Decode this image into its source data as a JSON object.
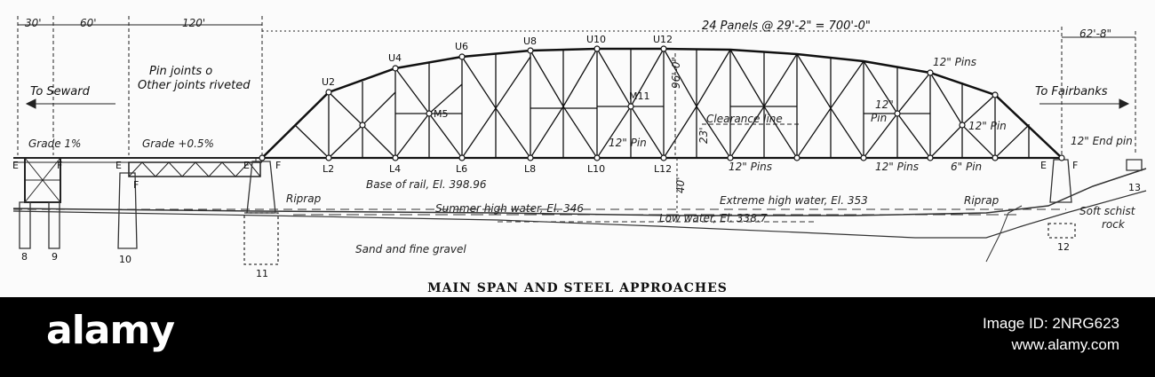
{
  "diagram": {
    "caption": "MAIN SPAN AND STEEL APPROACHES",
    "top_dimensions": [
      "30'",
      "60'",
      "120'",
      "24 Panels @ 29'-2\" = 700'-0\"",
      "62'-8\""
    ],
    "directions": {
      "left": "To Seward",
      "right": "To Fairbanks"
    },
    "notes": {
      "joints": [
        "Pin joints o",
        "Other joints riveted"
      ],
      "grade_left": "Grade 1%",
      "grade_mid": "Grade +0.5%",
      "height": "96'-0\"",
      "clearance": "Clearance line",
      "clearance_height": "23'",
      "depth": "40'",
      "base_rail": "Base of rail, El. 398.96",
      "summer_water": "Summer high water, El. 346",
      "extreme_water": "Extreme high water, El. 353",
      "low_water": "Low water, El. 338.7",
      "riprap_left": "Riprap",
      "riprap_right": "Riprap",
      "sand": "Sand and fine gravel",
      "rock": [
        "Soft schist",
        "rock"
      ],
      "pin_center": "12\" Pin",
      "pins_bottom_1": "12\" Pins",
      "pins_bottom_2": "12\" Pins",
      "pin_6": "6\" Pin",
      "pins_top_right": "12\" Pins",
      "pin_right_a": [
        "12\"",
        "Pin"
      ],
      "pin_right_b": "12\" Pin",
      "end_pin": "12\" End pin"
    },
    "upper_nodes": [
      "U2",
      "U4",
      "U6",
      "U8",
      "U10",
      "U12"
    ],
    "lower_nodes": [
      "L2",
      "L4",
      "L6",
      "L8",
      "L10",
      "L12"
    ],
    "mid_nodes": [
      "M5",
      "M11"
    ],
    "bearings": [
      "E",
      "F",
      "E",
      "F",
      "E",
      "F",
      "E",
      "F"
    ],
    "piers": [
      "8",
      "9",
      "10",
      "11",
      "12",
      "13"
    ]
  },
  "watermark": {
    "logo": "alamy",
    "image_id": "Image ID: 2NRG623",
    "site": "www.alamy.com"
  }
}
